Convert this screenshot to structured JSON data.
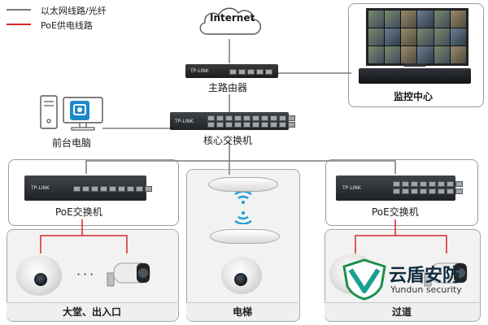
{
  "legend": {
    "ethernet_label": "以太网线路/光纤",
    "poe_label": "PoE供电线路",
    "ethernet_color": "#7a7a7a",
    "poe_color": "#d9262a"
  },
  "nodes": {
    "internet": "Internet",
    "main_router": "主路由器",
    "monitor_center": "监控中心",
    "front_pc": "前台电脑",
    "core_switch": "核心交换机",
    "poe_switch_left": "PoE交换机",
    "poe_switch_right": "PoE交换机"
  },
  "zones": {
    "lobby": "大堂、出入口",
    "elevator": "电梯",
    "corridor": "过道"
  },
  "misc": {
    "ellipsis": "···"
  },
  "watermark": {
    "title": "云盾安防",
    "subtitle": "Yundun security"
  }
}
